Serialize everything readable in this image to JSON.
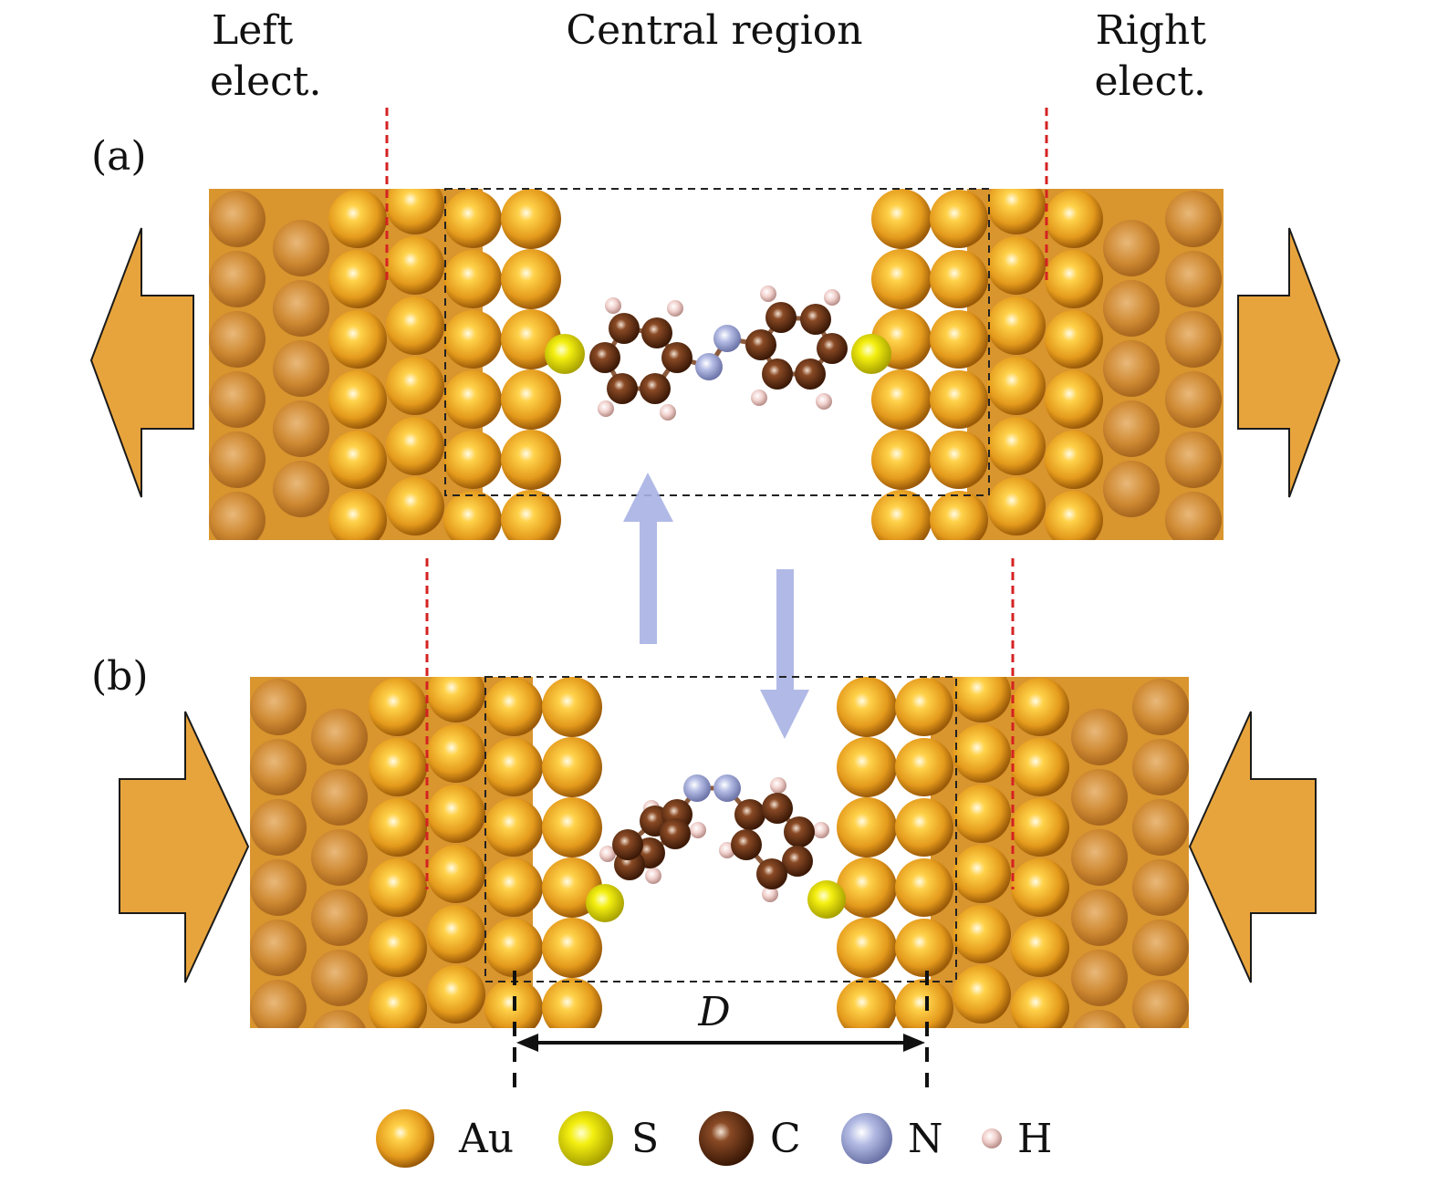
{
  "header": {
    "left_line1": "Left",
    "left_line2": "elect.",
    "center": "Central region",
    "right_line1": "Right",
    "right_line2": "elect."
  },
  "panels": {
    "a_label": "(a)",
    "b_label": "(b)"
  },
  "dimension": {
    "label": "D"
  },
  "legend": [
    {
      "label": "Au",
      "color": "#e8a020"
    },
    {
      "label": "S",
      "color": "#e6e000"
    },
    {
      "label": "C",
      "color": "#6b3418"
    },
    {
      "label": "N",
      "color": "#a3abd8"
    },
    {
      "label": "H",
      "color": "#f2d2cf"
    }
  ],
  "colors": {
    "gold": "#e8a020",
    "slab": "#d9952e",
    "arrow": "#e8a43c",
    "blue_arrow": "#a9b2e3",
    "red_dash": "#d52222"
  }
}
